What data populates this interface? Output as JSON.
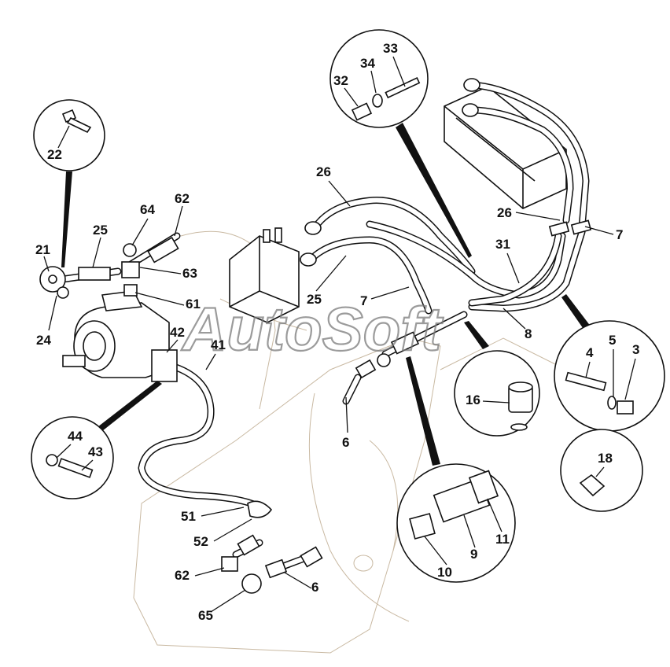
{
  "watermark": "AutoSoft",
  "callouts": [
    {
      "id": "bolt-22",
      "labels": [
        "22"
      ]
    },
    {
      "id": "screw-washer-32-34-33",
      "labels": [
        "32",
        "34",
        "33"
      ]
    },
    {
      "id": "bolt-washers-4-5-3",
      "labels": [
        "4",
        "5",
        "3"
      ]
    },
    {
      "id": "plug-18",
      "labels": [
        "18"
      ]
    },
    {
      "id": "sensor-16",
      "labels": [
        "16"
      ]
    },
    {
      "id": "fittings-10-9-11",
      "labels": [
        "10",
        "9",
        "11"
      ]
    },
    {
      "id": "bolt-washer-44-43",
      "labels": [
        "44",
        "43"
      ]
    }
  ],
  "labels": {
    "l21": "21",
    "l25a": "25",
    "l64": "64",
    "l62a": "62",
    "l63": "63",
    "l61": "61",
    "l24": "24",
    "l42": "42",
    "l41": "41",
    "l26a": "26",
    "l25b": "25",
    "l7a": "7",
    "l26b": "26",
    "l7b": "7",
    "l31": "31",
    "l8": "8",
    "l6a": "6",
    "l51": "51",
    "l52": "52",
    "l62b": "62",
    "l65": "65",
    "l6b": "6",
    "c22": "22",
    "c32": "32",
    "c34": "34",
    "c33": "33",
    "c4": "4",
    "c5": "5",
    "c3": "3",
    "c18": "18",
    "c16": "16",
    "c10": "10",
    "c9": "9",
    "c11": "11",
    "c44": "44",
    "c43": "43"
  }
}
